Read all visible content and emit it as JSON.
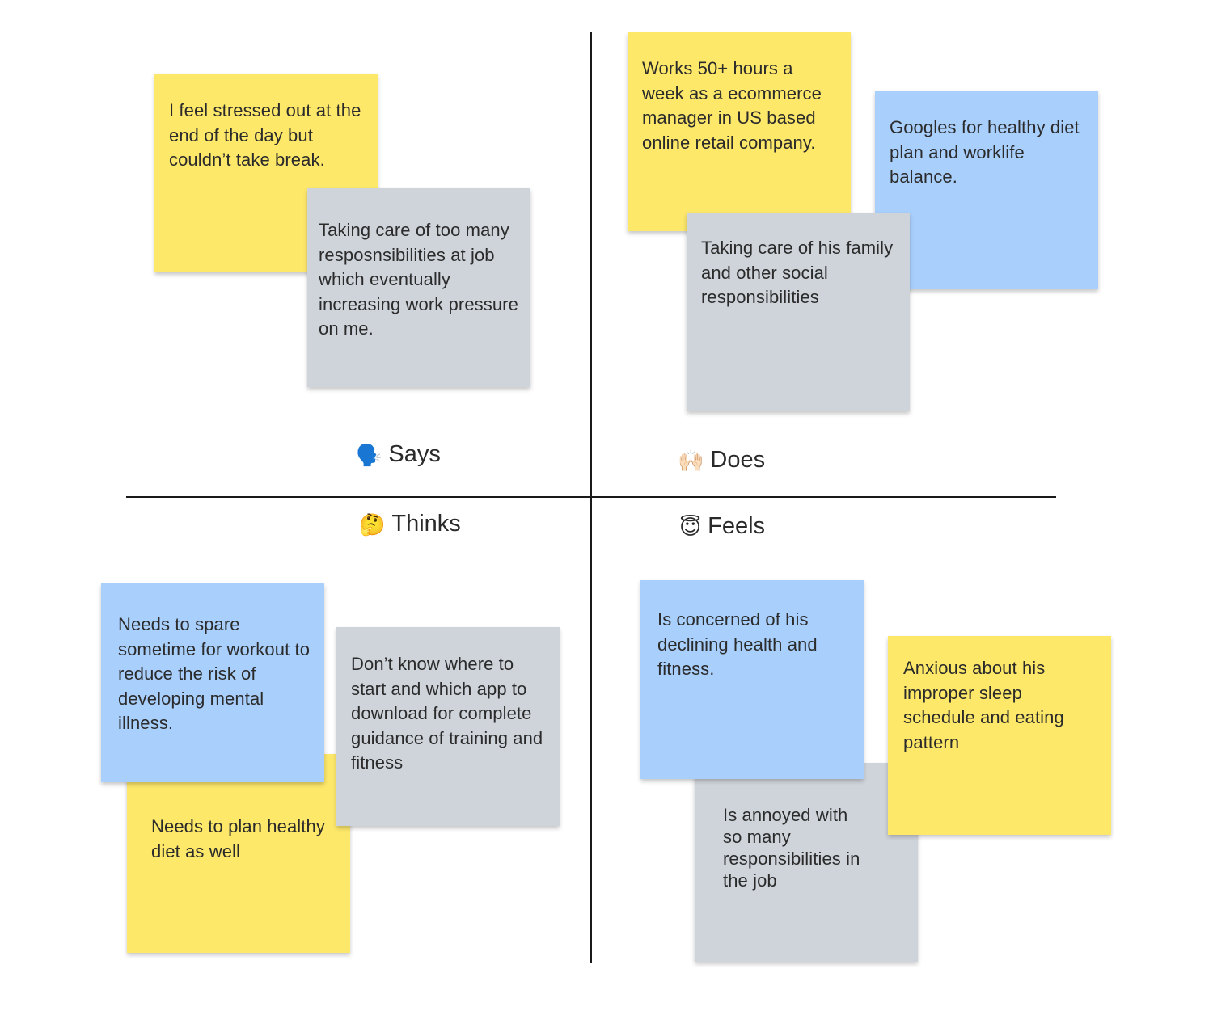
{
  "quadrants": {
    "says": {
      "emoji": "🗣️",
      "label": "Says"
    },
    "does": {
      "emoji": "🙌🏻",
      "label": "Does"
    },
    "thinks": {
      "emoji": "🤔",
      "label": "Thinks"
    },
    "feels": {
      "emoji": "😇",
      "label": "Feels"
    }
  },
  "colors": {
    "yellow": "#fee86a",
    "blue": "#a9cffd",
    "grey": "#cfd4db",
    "axis": "#1a1a1a"
  },
  "notes": {
    "says_1": "I feel stressed out at the end of the day but couldn’t take break.",
    "says_2": "Taking care of too many resposnsibilities at job which eventually increasing work pressure on me.",
    "does_1": "Works 50+ hours a week as a ecommerce manager in US based online retail company.",
    "does_2": "Googles for healthy diet  plan and worklife balance.",
    "does_3": "Taking care of his family and other social responsibilities",
    "thinks_1": "Needs to spare sometime for workout to reduce the risk of developing  mental illness.",
    "thinks_2": "Don’t know where to start and which app to download for complete guidance of training and fitness",
    "thinks_3": "Needs to plan healthy diet as well",
    "feels_1": "Is concerned of his declining health and fitness.",
    "feels_2": "Anxious about his improper sleep schedule and eating pattern",
    "feels_3": "Is annoyed with so many responsibilities in  the job"
  }
}
